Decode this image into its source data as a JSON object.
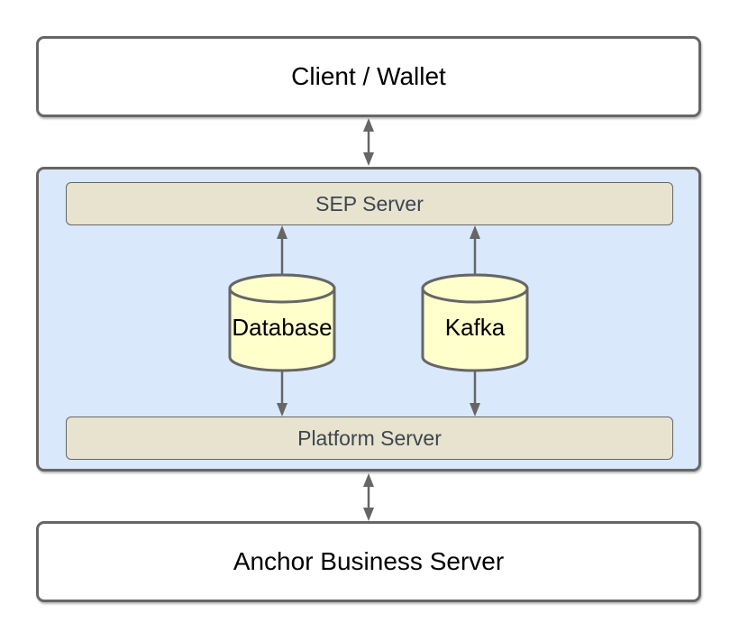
{
  "diagram": {
    "client_box": {
      "label": "Client / Wallet"
    },
    "middleware_container": {
      "sep_server": {
        "label": "SEP Server"
      },
      "database": {
        "label": "Database"
      },
      "kafka": {
        "label": "Kafka"
      },
      "platform_server": {
        "label": "Platform Server"
      }
    },
    "anchor_box": {
      "label": "Anchor Business Server"
    },
    "connections": [
      {
        "from": "Client / Wallet",
        "to": "SEP Server",
        "style": "double-headed"
      },
      {
        "from": "Database",
        "to": "SEP Server",
        "style": "arrow-up"
      },
      {
        "from": "Kafka",
        "to": "SEP Server",
        "style": "arrow-up"
      },
      {
        "from": "Database",
        "to": "Platform Server",
        "style": "arrow-down"
      },
      {
        "from": "Kafka",
        "to": "Platform Server",
        "style": "arrow-down"
      },
      {
        "from": "Platform Server",
        "to": "Anchor Business Server",
        "style": "double-headed"
      }
    ]
  },
  "colors": {
    "border": "#666666",
    "container_fill": "#DAE8FC",
    "bar_fill": "#E8E3CE",
    "cylinder_fill": "#FFFFCC",
    "bar_text": "#3B4651",
    "arrow": "#666666",
    "box_fill": "#FFFFFF",
    "label_text": "#000000",
    "background": "#FFFFFF"
  }
}
